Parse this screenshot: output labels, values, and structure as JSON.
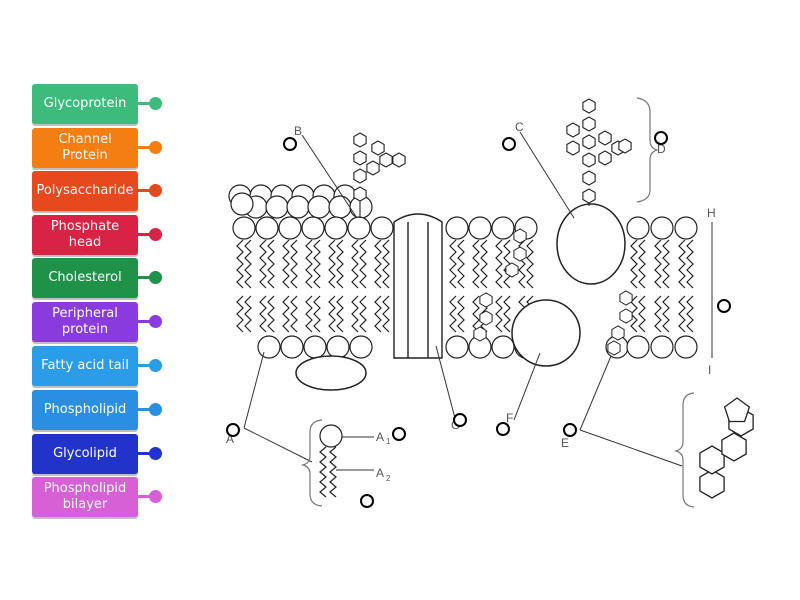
{
  "labels": [
    {
      "text": "Glycoprotein",
      "color": "#3dbb7d"
    },
    {
      "text": "Channel\nProtein",
      "color": "#f57e12"
    },
    {
      "text": "Polysaccharide",
      "color": "#e8481e"
    },
    {
      "text": "Phosphate\nhead",
      "color": "#d92344"
    },
    {
      "text": "Cholesterol",
      "color": "#1f9149"
    },
    {
      "text": "Peripheral\nprotein",
      "color": "#8a3be0"
    },
    {
      "text": "Fatty acid tail",
      "color": "#2b9ce8"
    },
    {
      "text": "Phospholipid",
      "color": "#2a8fe0"
    },
    {
      "text": "Glycolipid",
      "color": "#2133c8"
    },
    {
      "text": "Phospholipid\nbilayer",
      "color": "#d760d7"
    }
  ],
  "diagram": {
    "letters": {
      "A": "A",
      "B": "B",
      "C": "C",
      "D": "D",
      "E": "E",
      "F": "F",
      "G": "G",
      "H": "H",
      "I": "I",
      "A1": "A",
      "A1_sub": "1",
      "A2": "A",
      "A2_sub": "2"
    }
  }
}
